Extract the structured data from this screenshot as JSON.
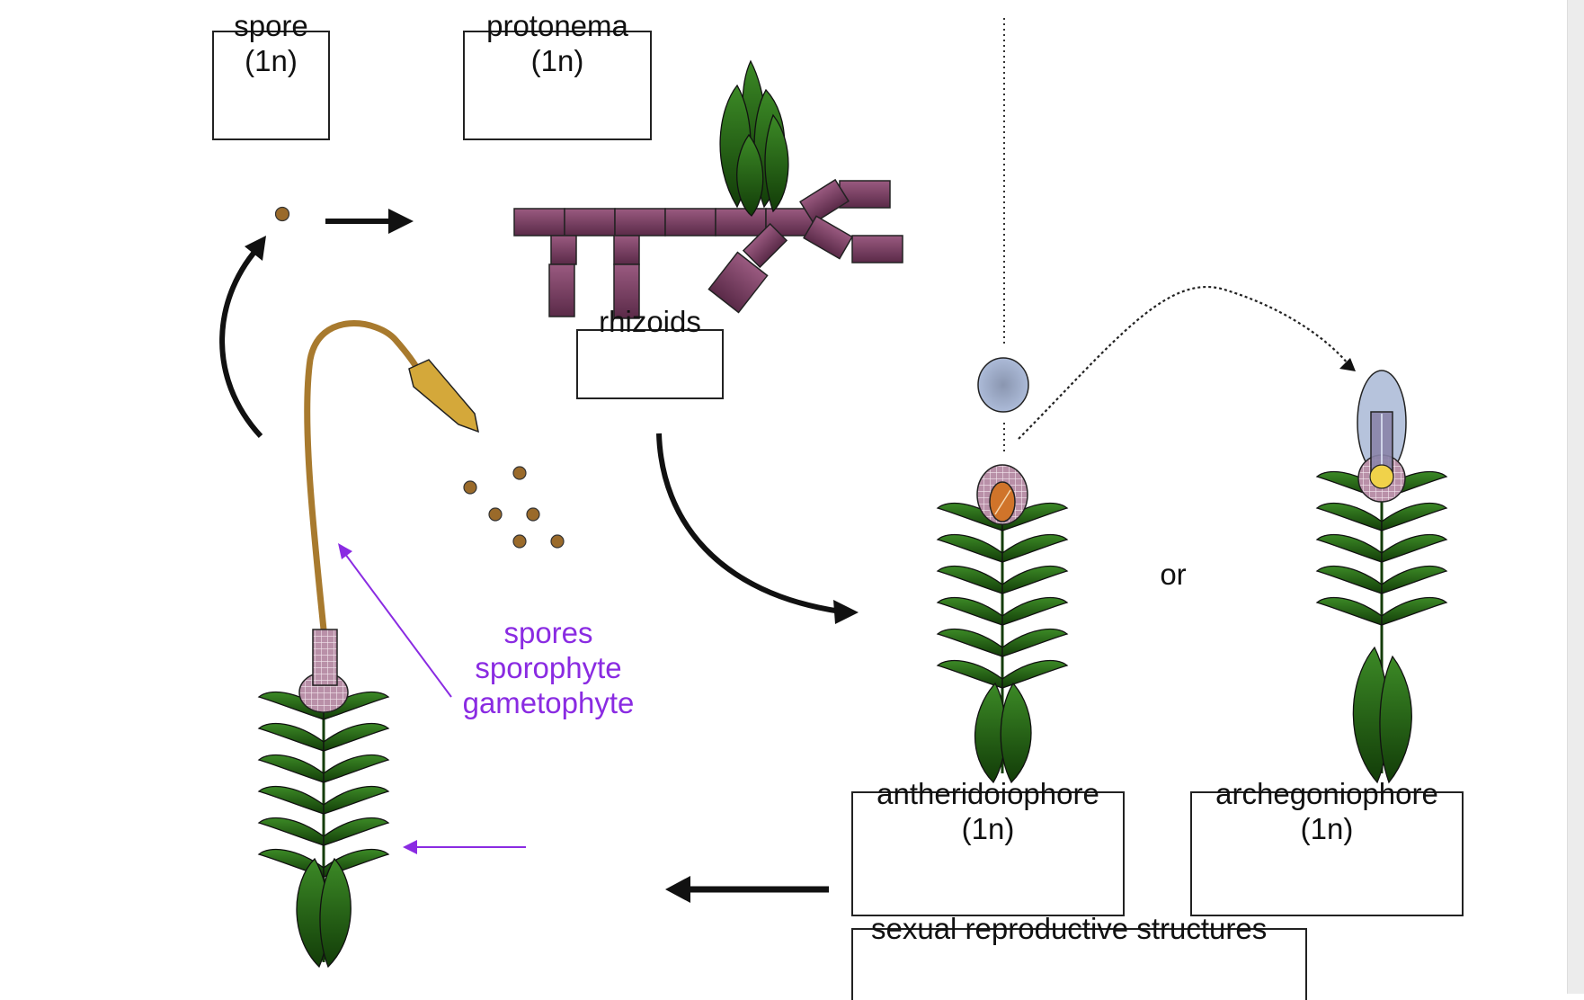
{
  "labels": {
    "spore": "spore",
    "spore_ploidy": "(1n)",
    "protonema": "protonema",
    "protonema_ploidy": "(1n)",
    "rhizoids": "rhizoids",
    "or": "or",
    "antheridiophore": "antheridoiophore",
    "antheridiophore_ploidy": "(1n)",
    "archegoniophore": "archegoniophore",
    "archegoniophore_ploidy": "(1n)",
    "sexual_structures": "sexual reproductive structures"
  },
  "word_bank": {
    "items": [
      "spores",
      "sporophyte",
      "gametophyte"
    ],
    "color": "#8a2be2"
  },
  "colors": {
    "leaf": "#2f6b1e",
    "leaf_dark": "#143d0a",
    "protonema_cell": "#7a3f63",
    "spore": "#9a6a2a",
    "seta": "#a87a2e",
    "capsule": "#d4a83a",
    "sac": "#b08aa0",
    "sperm_body": "#d0742a",
    "drop": "#a9b8d6",
    "egg": "#f0d24a"
  },
  "icons": [
    "moss-gametophyte-icon",
    "protonema-filament-icon",
    "sporophyte-capsule-icon",
    "water-droplet-icon",
    "antheridium-icon",
    "archegonium-icon"
  ]
}
